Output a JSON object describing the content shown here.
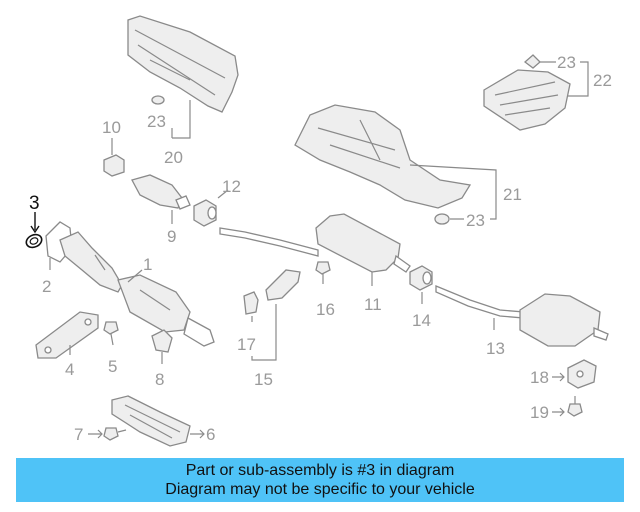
{
  "callouts": {
    "c1": "1",
    "c2": "2",
    "c3": "3",
    "c4": "4",
    "c5": "5",
    "c6": "6",
    "c7": "7",
    "c8": "8",
    "c9": "9",
    "c10": "10",
    "c11": "11",
    "c12": "12",
    "c13": "13",
    "c14": "14",
    "c15": "15",
    "c16": "16",
    "c17": "17",
    "c18": "18",
    "c19": "19",
    "c20": "20",
    "c21": "21",
    "c22": "22",
    "c23a": "23",
    "c23b": "23",
    "c23c": "23"
  },
  "highlight_color": "#000000",
  "banner": {
    "background": "#4fc3f7",
    "line1": "Part or sub-assembly is #3 in diagram",
    "line2": "Diagram may not be specific to your vehicle"
  }
}
